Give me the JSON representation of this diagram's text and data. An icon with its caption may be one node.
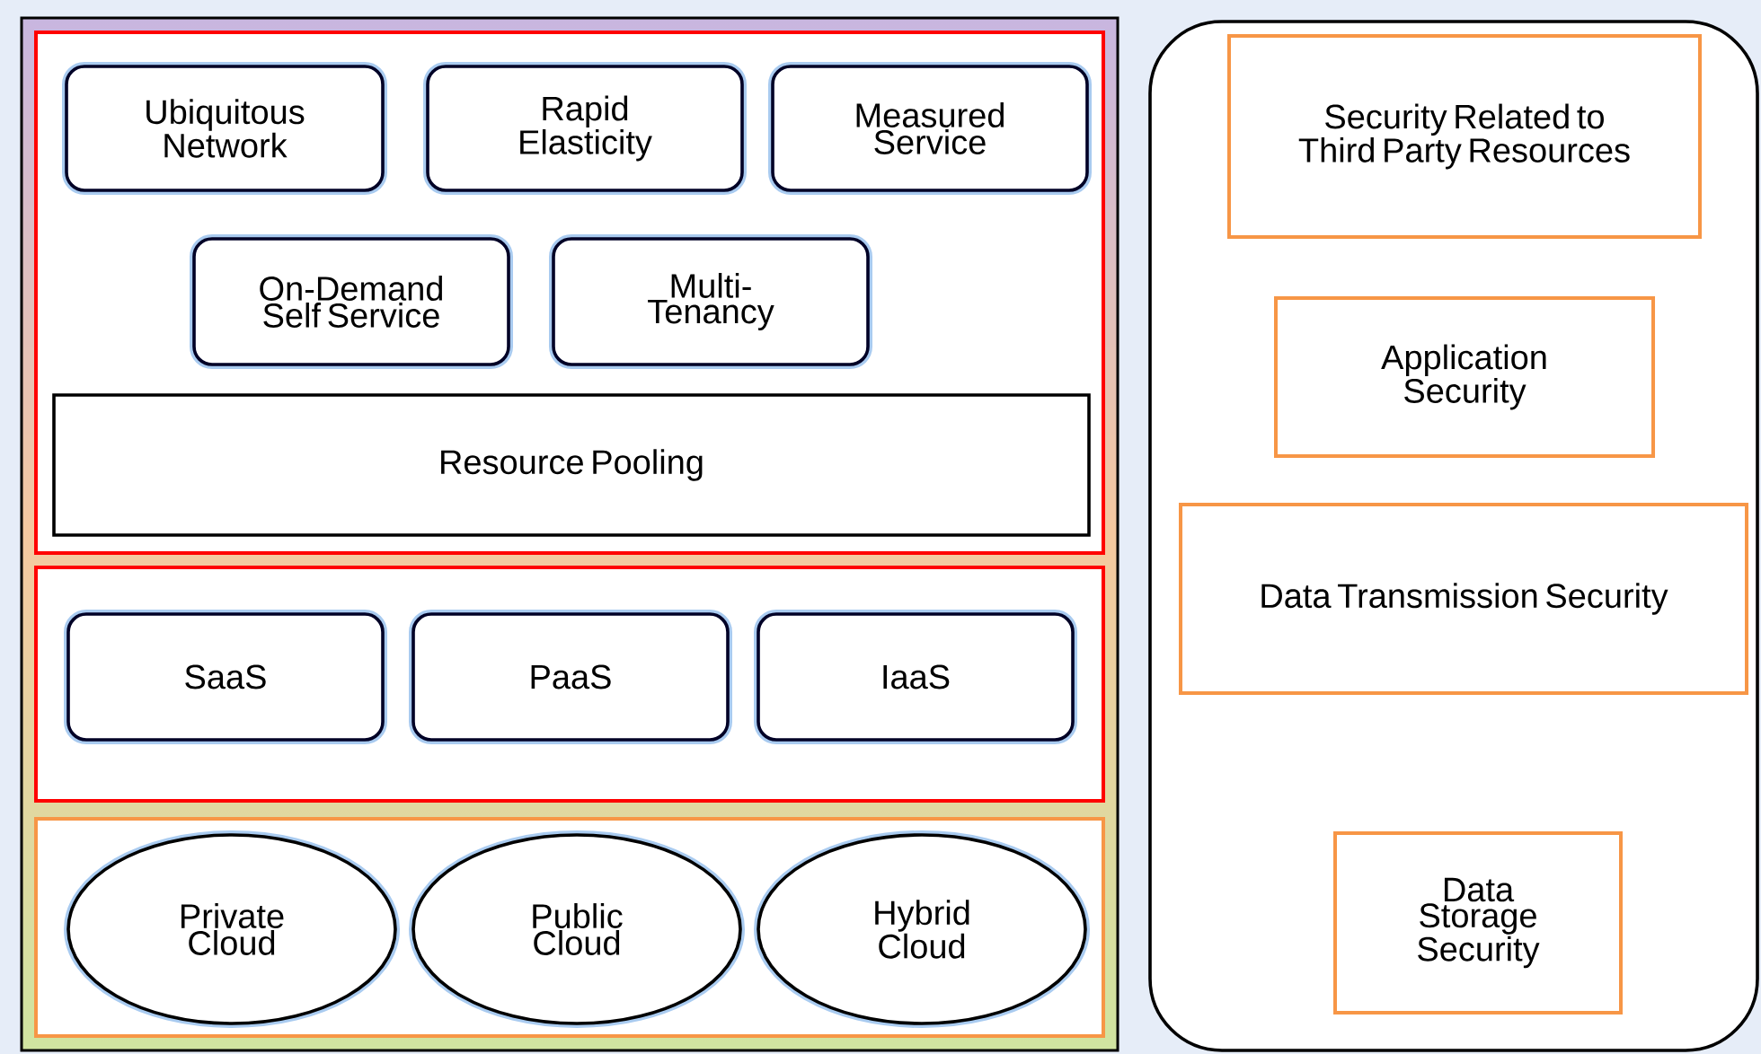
{
  "diagram": {
    "nodes": [
      {
        "text": [],
        "shape": "box"
      },
      {
        "text": [],
        "shape": "box",
        "in": 0
      },
      {
        "text": [
          "Ubiquitous Network"
        ],
        "in": 1
      },
      {
        "text": [
          "Rapid Elasticity"
        ],
        "in": 1
      },
      {
        "text": [
          "Measured Service"
        ],
        "in": 1
      },
      {
        "text": [
          "On-Demand Self Service"
        ],
        "in": 1
      },
      {
        "text": [
          "Multi-Tenancy"
        ],
        "in": 1
      },
      {
        "text": [
          "Resource Pooling"
        ],
        "in": 1
      },
      {
        "text": [],
        "shape": "box",
        "in": 0
      },
      {
        "text": [
          "SaaS"
        ],
        "in": 8
      },
      {
        "text": [
          "PaaS"
        ],
        "in": 8
      },
      {
        "text": [
          "IaaS"
        ],
        "in": 8
      },
      {
        "text": [],
        "shape": "box",
        "in": 0
      },
      {
        "text": [
          "Private Cloud"
        ],
        "in": 12
      },
      {
        "text": [
          "Public Cloud"
        ],
        "in": 12
      },
      {
        "text": [
          "Hybrid Cloud"
        ],
        "in": 12
      },
      {
        "text": [],
        "shape": "box"
      },
      {
        "text": [
          "Security Related to Third Party Resources"
        ],
        "in": 16
      },
      {
        "text": [
          "Application Security"
        ],
        "in": 16
      },
      {
        "text": [
          "Data Transmission Security"
        ],
        "in": 16
      },
      {
        "text": [
          "Data Storage Security"
        ],
        "in": 16
      }
    ]
  }
}
